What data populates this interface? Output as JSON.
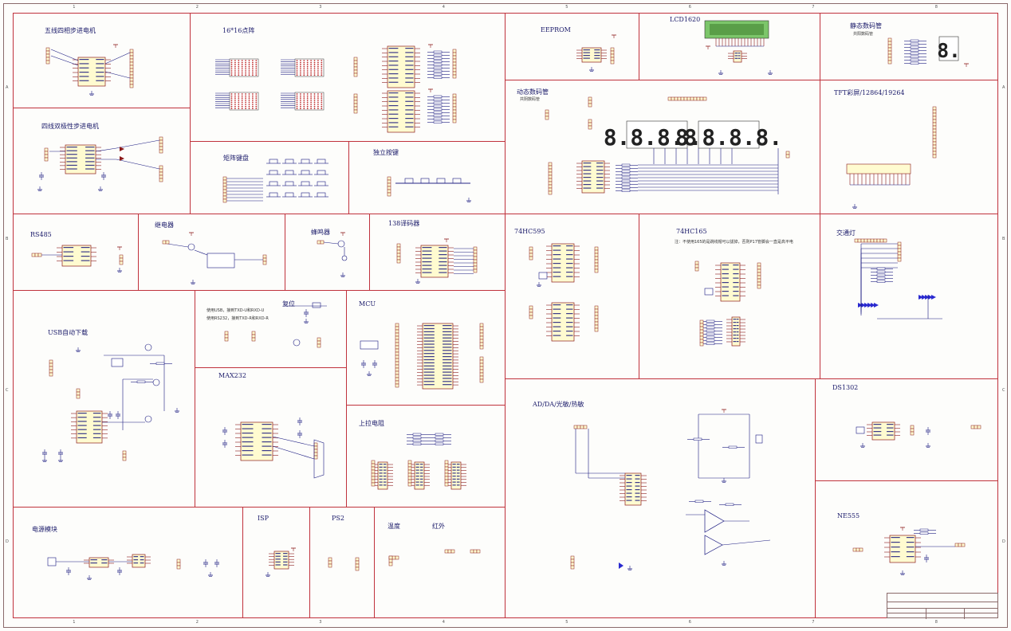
{
  "sheet": {
    "columns": [
      "1",
      "2",
      "3",
      "4",
      "5",
      "6",
      "7",
      "8"
    ],
    "rows": [
      "A",
      "B",
      "C",
      "D"
    ]
  },
  "panels": {
    "stepper5": {
      "title": "五线四相步进电机"
    },
    "stepper4": {
      "title": "四线双极性步进电机"
    },
    "matrix": {
      "title": "16*16点阵"
    },
    "keypad": {
      "title": "矩阵键盘"
    },
    "keys": {
      "title": "独立按键"
    },
    "rs485": {
      "title": "RS485"
    },
    "relay": {
      "title": "继电器"
    },
    "buzzer": {
      "title": "蜂鸣器"
    },
    "decoder": {
      "title": "138译码器"
    },
    "usb": {
      "title": "USB自动下载"
    },
    "reset": {
      "title": "复位",
      "note1": "使用USB，接到TXD-U和RXD-U",
      "note2": "使用RS232，接到TXD-R和RXD-R"
    },
    "max232": {
      "title": "MAX232"
    },
    "mcu": {
      "title": "MCU"
    },
    "pullup": {
      "title": "上拉电阻"
    },
    "power": {
      "title": "电源模块"
    },
    "isp": {
      "title": "ISP"
    },
    "ps2": {
      "title": "PS2"
    },
    "temp": {
      "title": "温度"
    },
    "ir": {
      "title": "红外"
    },
    "eeprom": {
      "title": "EEPROM"
    },
    "lcd": {
      "title": "LCD1620"
    },
    "static7seg": {
      "title": "静态数码管",
      "note": "共阳数码管"
    },
    "dyn7seg": {
      "title": "动态数码管",
      "note": "共阴数码管"
    },
    "tft": {
      "title": "TFT彩屏/12864/19264"
    },
    "hc595": {
      "title": "74HC595"
    },
    "hc165": {
      "title": "74HC165",
      "note": "注：不使用165的是跳线帽可以拔掉，否则P17管脚会一直是高平电"
    },
    "traffic": {
      "title": "交通灯"
    },
    "adc": {
      "title": "AD/DA/光敏/热敏"
    },
    "ds1302": {
      "title": "DS1302"
    },
    "ne555": {
      "title": "NE555"
    }
  },
  "digits": {
    "left": "8.8.8.8.",
    "right": "8.8.8.8.",
    "single": "8."
  },
  "colors": {
    "border": "#c0323c",
    "wire": "#1a1a80",
    "chip": "#fffbd0",
    "lcd": "#7cc66a",
    "segment": "#e5e5e5"
  }
}
